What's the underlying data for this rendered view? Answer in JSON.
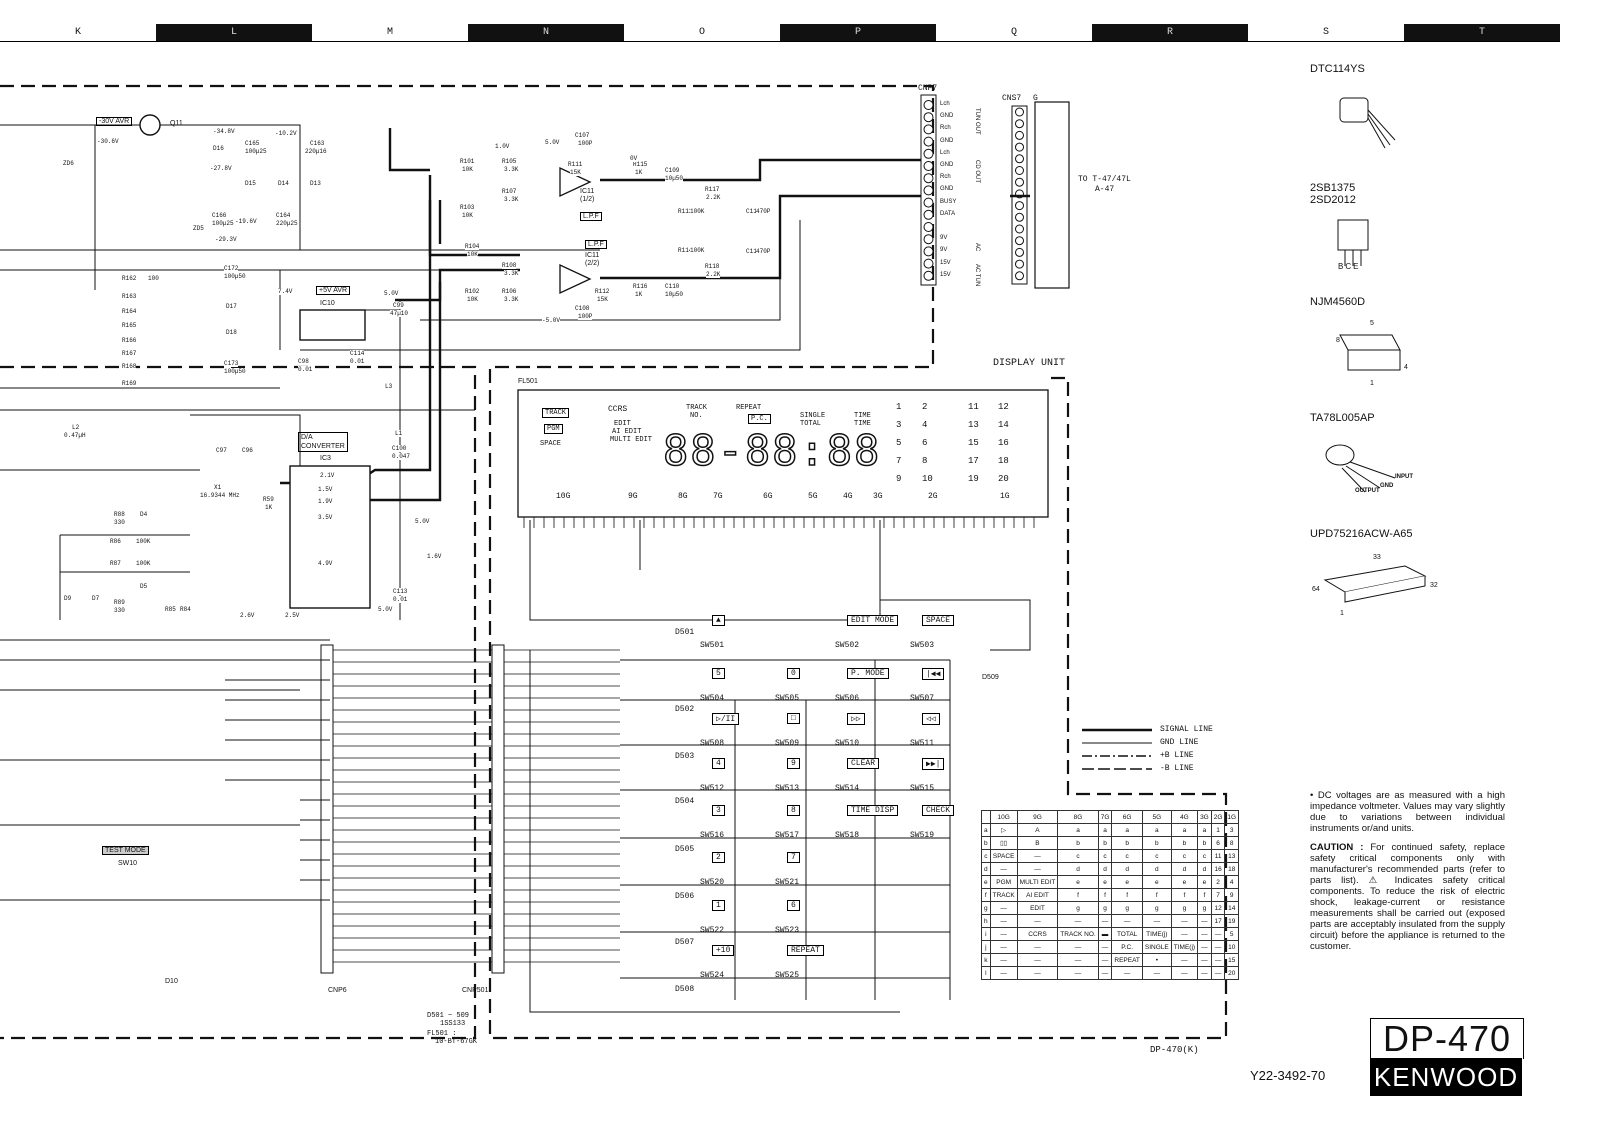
{
  "grid_columns": [
    {
      "label": "K",
      "dark": false
    },
    {
      "label": "L",
      "dark": true
    },
    {
      "label": "M",
      "dark": false
    },
    {
      "label": "N",
      "dark": true
    },
    {
      "label": "O",
      "dark": false
    },
    {
      "label": "P",
      "dark": true
    },
    {
      "label": "Q",
      "dark": false
    },
    {
      "label": "R",
      "dark": true
    },
    {
      "label": "S",
      "dark": false
    },
    {
      "label": "T",
      "dark": true
    }
  ],
  "parts": {
    "p1": "DTC114YS",
    "p2a": "2SB1375",
    "p2b": "2SD2012",
    "p3": "NJM4560D",
    "p4": "TA78L005AP",
    "p5": "UPD75216ACW-A65",
    "pins_p2": "BCE",
    "pin8": "8",
    "pin5": "5",
    "pin4": "4",
    "pin1": "1",
    "in": "INPUT",
    "gnd": "GND",
    "out": "OUTPUT",
    "p33": "33",
    "p32": "32",
    "p64": "64",
    "p1b": "1"
  },
  "labels": {
    "display_unit": "DISPLAY UNIT",
    "cnp7": "CNP7",
    "cns7": "CNS7",
    "g": "G",
    "to_tuner": "TO T-47/47L",
    "to_tuner2": "A-47",
    "cnp7_pins": [
      "Lch",
      "GND",
      "Rch",
      "GND",
      "Lch",
      "GND",
      "Rch",
      "GND",
      "BUSY",
      "DATA",
      "",
      "9V",
      "9V",
      "15V",
      "15V"
    ],
    "tun_out": "TUN OUT",
    "cd_out": "CD OUT",
    "ac": "AC",
    "ac_tun": "AC TUN",
    "q11": "Q11",
    "avr30": "-30V AVR",
    "avr5": "+5V AVR",
    "ic10": "IC10",
    "ic11a": "IC11",
    "ic11a2": "(1/2)",
    "ic11b": "IC11",
    "ic11b2": "(2/2)",
    "lpf": "L.P.F",
    "ic3": "IC3",
    "dac": "D/A",
    "dac2": "CONVERTER",
    "fl501": "FL501",
    "cnp6": "CNP6",
    "cnp501": "CNP501",
    "test_mode": "TEST MODE",
    "sw10": "SW10",
    "d501": "D501 ~ 509 :",
    "d501b": "1SS133",
    "fl501b": "FL501 :",
    "fl501c": "10-BT-67GK",
    "d509": "D509",
    "d10": "D10"
  },
  "fip": {
    "track": "TRACK",
    "pgm": "PGM",
    "space": "SPACE",
    "ccrs": "CCRS",
    "edit": "EDIT",
    "ai_edit": "AI EDIT",
    "multi_edit": "MULTI EDIT",
    "track_no": "TRACK",
    "track_no2": "NO.",
    "repeat": "REPEAT",
    "pc": "P.C.",
    "single": "SINGLE",
    "total": "TOTAL",
    "time1": "TIME",
    "time2": "TIME",
    "digits": "88-88:88",
    "grids": [
      "10G",
      "9G",
      "8G",
      "7G",
      "6G",
      "5G",
      "4G",
      "3G",
      "2G",
      "1G"
    ],
    "nums2g": [
      "1",
      "2",
      "3",
      "4",
      "5",
      "6",
      "7",
      "8",
      "9",
      "10",
      "11",
      "12",
      "13",
      "14",
      "15",
      "16",
      "17",
      "18",
      "19",
      "20"
    ]
  },
  "switches": [
    {
      "key": "▲",
      "sw": "SW501"
    },
    {
      "key": "EDIT MODE",
      "sw": "SW502"
    },
    {
      "key": "SPACE",
      "sw": "SW503"
    },
    {
      "key": "5",
      "sw": "SW504"
    },
    {
      "key": "0",
      "sw": "SW505"
    },
    {
      "key": "P. MODE",
      "sw": "SW506"
    },
    {
      "key": "|◀◀",
      "sw": "SW507"
    },
    {
      "key": "▷/II",
      "sw": "SW508"
    },
    {
      "key": "□",
      "sw": "SW509"
    },
    {
      "key": "▷▷",
      "sw": "SW510"
    },
    {
      "key": "◁◁",
      "sw": "SW511"
    },
    {
      "key": "4",
      "sw": "SW512"
    },
    {
      "key": "9",
      "sw": "SW513"
    },
    {
      "key": "CLEAR",
      "sw": "SW514"
    },
    {
      "key": "▶▶|",
      "sw": "SW515"
    },
    {
      "key": "3",
      "sw": "SW516"
    },
    {
      "key": "8",
      "sw": "SW517"
    },
    {
      "key": "TIME DISP",
      "sw": "SW518"
    },
    {
      "key": "CHECK",
      "sw": "SW519"
    },
    {
      "key": "2",
      "sw": "SW520"
    },
    {
      "key": "7",
      "sw": "SW521"
    },
    {
      "key": "1",
      "sw": "SW522"
    },
    {
      "key": "6",
      "sw": "SW523"
    },
    {
      "key": "+10",
      "sw": "SW524"
    },
    {
      "key": "REPEAT",
      "sw": "SW525"
    }
  ],
  "diodes_rows": [
    "D501",
    "D502",
    "D503",
    "D504",
    "D505",
    "D506",
    "D507",
    "D508"
  ],
  "legend": [
    "SIGNAL LINE",
    "GND LINE",
    "+B LINE",
    "-B LINE"
  ],
  "seg_table": {
    "header": [
      "",
      "10G",
      "9G",
      "8G",
      "7G",
      "6G",
      "5G",
      "4G",
      "3G",
      "2G",
      "1G"
    ],
    "rows": [
      [
        "a",
        "▷",
        "A",
        "a",
        "a",
        "a",
        "a",
        "a",
        "a",
        "1",
        "3"
      ],
      [
        "b",
        "▯▯",
        "B",
        "b",
        "b",
        "b",
        "b",
        "b",
        "b",
        "6",
        "8"
      ],
      [
        "c",
        "SPACE",
        "—",
        "c",
        "c",
        "c",
        "c",
        "c",
        "c",
        "11",
        "13"
      ],
      [
        "d",
        "—",
        "—",
        "d",
        "d",
        "d",
        "d",
        "d",
        "d",
        "16",
        "18"
      ],
      [
        "e",
        "PGM",
        "MULTI EDIT",
        "e",
        "e",
        "e",
        "e",
        "e",
        "e",
        "2",
        "4"
      ],
      [
        "f",
        "TRACK",
        "AI EDIT",
        "f",
        "f",
        "f",
        "f",
        "f",
        "f",
        "7",
        "9"
      ],
      [
        "g",
        "—",
        "EDIT",
        "g",
        "g",
        "g",
        "g",
        "g",
        "g",
        "12",
        "14"
      ],
      [
        "h",
        "—",
        "—",
        "—",
        "—",
        "—",
        "—",
        "—",
        "—",
        "17",
        "19"
      ],
      [
        "i",
        "—",
        "CCRS",
        "TRACK NO.",
        "▬",
        "TOTAL",
        "TIME(j)",
        "—",
        "—",
        "—",
        "5"
      ],
      [
        "j",
        "—",
        "—",
        "—",
        "—",
        "P.C.",
        "SINGLE",
        "TIME(j)",
        "—",
        "—",
        "10"
      ],
      [
        "k",
        "—",
        "—",
        "—",
        "—",
        "REPEAT",
        "•",
        "—",
        "—",
        "—",
        "15"
      ],
      [
        "l",
        "—",
        "—",
        "—",
        "—",
        "—",
        "—",
        "—",
        "—",
        "—",
        "20"
      ]
    ]
  },
  "notes": {
    "dc": "• DC voltages are as measured with a high impedance voltmeter. Values may vary slightly due to variations between individual instruments or/and units.",
    "caution_title": "CAUTION :",
    "caution": "For continued safety, replace safety critical components only with manufacturer's recommended parts (refer to parts list). ⚠ Indicates safety critical components. To reduce the risk of electric shock, leakage-current or resistance measurements shall be carried out (exposed parts are acceptably insulated from the supply circuit) before the appliance is returned to the customer."
  },
  "title_block": {
    "model": "DP-470",
    "brand": "KENWOOD",
    "doc_no": "Y22-3492-70",
    "version": "DP-470(K)"
  },
  "values": {
    "r101": "R101",
    "r101v": "10K",
    "r105": "R105",
    "r105v": "3.3K",
    "r103": "R103",
    "r103v": "10K",
    "r107": "R107",
    "r107v": "3.3K",
    "r111": "R111",
    "r111v": "15K",
    "r115": "R115",
    "r115v": "1K",
    "c107": "C107",
    "c107v": "100P",
    "c109": "C109",
    "c109v": "10µ50",
    "r117": "R117",
    "r117v": "2.2K",
    "r113": "R113",
    "r113v": "100K",
    "c111": "C111",
    "c111v": "470P",
    "r104": "R104",
    "r104v": "10K",
    "r108": "R108",
    "r108v": "3.3K",
    "r102": "R102",
    "r102v": "10K",
    "r106": "R106",
    "r106v": "3.3K",
    "r112": "R112",
    "r112v": "15K",
    "r116": "R116",
    "r116v": "1K",
    "c108": "C108",
    "c108v": "100P",
    "c110": "C110",
    "c110v": "10µ50",
    "r118": "R118",
    "r118v": "2.2K",
    "r114": "R114",
    "r114v": "100K",
    "c112": "C112",
    "c112v": "470P",
    "v1": "1.0V",
    "v2": "5.0V",
    "v3": "0V",
    "v4": "-5.0V",
    "v5": "7.4V",
    "v6": "5.0V",
    "v7": "2.1V",
    "v8": "1.5V",
    "v9": "1.9V",
    "v10": "3.5V",
    "v11": "4.9V",
    "v12": "2.5V",
    "v13": "2.6V",
    "v14": "5.0V",
    "v15": "1.6V",
    "v16": "5.0V",
    "c99": "C99",
    "c99v": "47µ10",
    "c98": "C98",
    "c98v": "0.01",
    "c114": "C114",
    "c114v": "0.01",
    "v_30": "-34.8V",
    "v_10": "-10.2V",
    "v_27": "-27.8V",
    "v_19": "-19.6V",
    "v_29": "-29.3V",
    "v_30b": "-30.6V",
    "r88": "R88",
    "r88v": "330",
    "r86": "R86",
    "r86v": "100K",
    "r87": "R87",
    "r87v": "100K",
    "r89": "R89",
    "r89v": "330",
    "d4": "D4",
    "d5": "D5",
    "d7": "D7",
    "d9": "D9",
    "r85": "R85",
    "r84": "R84",
    "x1": "X1",
    "x1v": "16.9344 MHz",
    "r59": "R59",
    "r59v": "1K",
    "c97": "C97",
    "c96": "C96",
    "c113": "C113",
    "c113v": "0.01",
    "l2": "L2",
    "l2v": "0.47µH",
    "c100": "C100",
    "c100v": "0.047",
    "l3": "L3",
    "l1": "L1",
    "d16": "D16",
    "c165": "C165",
    "c165v": "100µ25",
    "c163": "C163",
    "c163v": "220µ16",
    "d15": "D15",
    "d14": "D14",
    "d13": "D13",
    "c166": "C166",
    "c166v": "100µ25",
    "c164": "C164",
    "c164v": "220µ25",
    "zd5": "ZD5",
    "zd6": "ZD6",
    "c172": "C172",
    "c172v": "100µ50",
    "c173": "C173",
    "c173v": "100µ50",
    "d17": "D17",
    "d18": "D18",
    "r162": "R162",
    "r163": "R163",
    "r164": "R164",
    "r165": "R165",
    "r166": "R166",
    "r167": "R167",
    "r168": "R168",
    "r169": "R169",
    "r100": "100"
  }
}
